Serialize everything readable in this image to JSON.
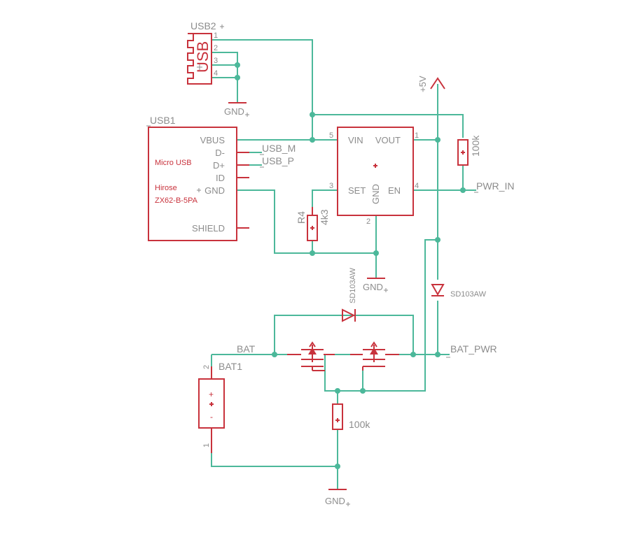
{
  "usb2": {
    "name": "USB2",
    "symbol_text": "USB",
    "pins": [
      "1",
      "2",
      "3",
      "4"
    ],
    "gnd": "GND"
  },
  "usb1": {
    "name": "USB1",
    "pins": [
      "VBUS",
      "D-",
      "D+",
      "ID",
      "GND",
      "SHIELD"
    ],
    "desc1": "Micro USB",
    "desc2": "Hirose",
    "desc3": "ZX62-B-5PA"
  },
  "nets": {
    "usb_m": "USB_M",
    "usb_p": "USB_P",
    "pwr_in": "PWR_IN",
    "bat": "BAT",
    "bat_pwr": "BAT_PWR",
    "supply": "+5V"
  },
  "regulator": {
    "pins": {
      "vin": "VIN",
      "vout": "VOUT",
      "set": "SET",
      "gnd": "GND",
      "en": "EN"
    },
    "pin_numbers": {
      "vin": "5",
      "vout": "1",
      "set": "3",
      "gnd": "2",
      "en": "4"
    }
  },
  "r4": {
    "name": "R4",
    "value": "4k3"
  },
  "r_en": {
    "value": "100k"
  },
  "r_gate": {
    "value": "100k"
  },
  "diode_top": {
    "value": "SD103AW"
  },
  "diode_right": {
    "value": "SD103AW"
  },
  "bat1": {
    "name": "BAT1",
    "plus": "+",
    "minus": "-",
    "pin_top": "2",
    "pin_bottom": "1"
  },
  "gnd_labels": {
    "usb2": "GND",
    "reg": "GND",
    "bat": "GND"
  }
}
